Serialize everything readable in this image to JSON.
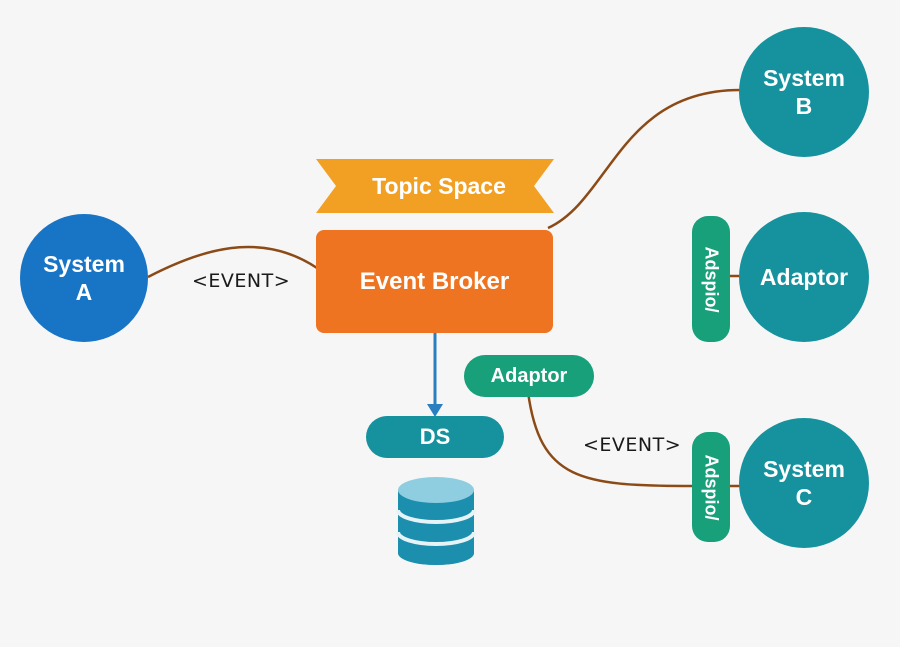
{
  "nodes": {
    "system_a": {
      "line1": "System",
      "line2": "A"
    },
    "system_b": {
      "line1": "System",
      "line2": "B"
    },
    "system_c": {
      "line1": "System",
      "line2": "C"
    },
    "adaptor_circle": {
      "label": "Adaptor"
    },
    "topic_space": {
      "label": "Topic Space"
    },
    "event_broker": {
      "label": "Event Broker"
    },
    "adaptor_pill": {
      "label": "Adaptor"
    },
    "ds": {
      "label": "DS"
    },
    "side_tag_top": {
      "label": "Adspio/"
    },
    "side_tag_bottom": {
      "label": "Adspio/"
    }
  },
  "edges": {
    "event_a": "<EVENT>",
    "event_c": "<EVENT>"
  },
  "colors": {
    "system_a": "#1874c4",
    "teal": "#16929e",
    "green": "#17a07a",
    "orange": "#ee7422",
    "ribbon": "#f2a024",
    "connector": "#8b4a16",
    "arrow": "#2a7fc0",
    "db_top": "#8fcde0",
    "db_body": "#1d8fae"
  }
}
